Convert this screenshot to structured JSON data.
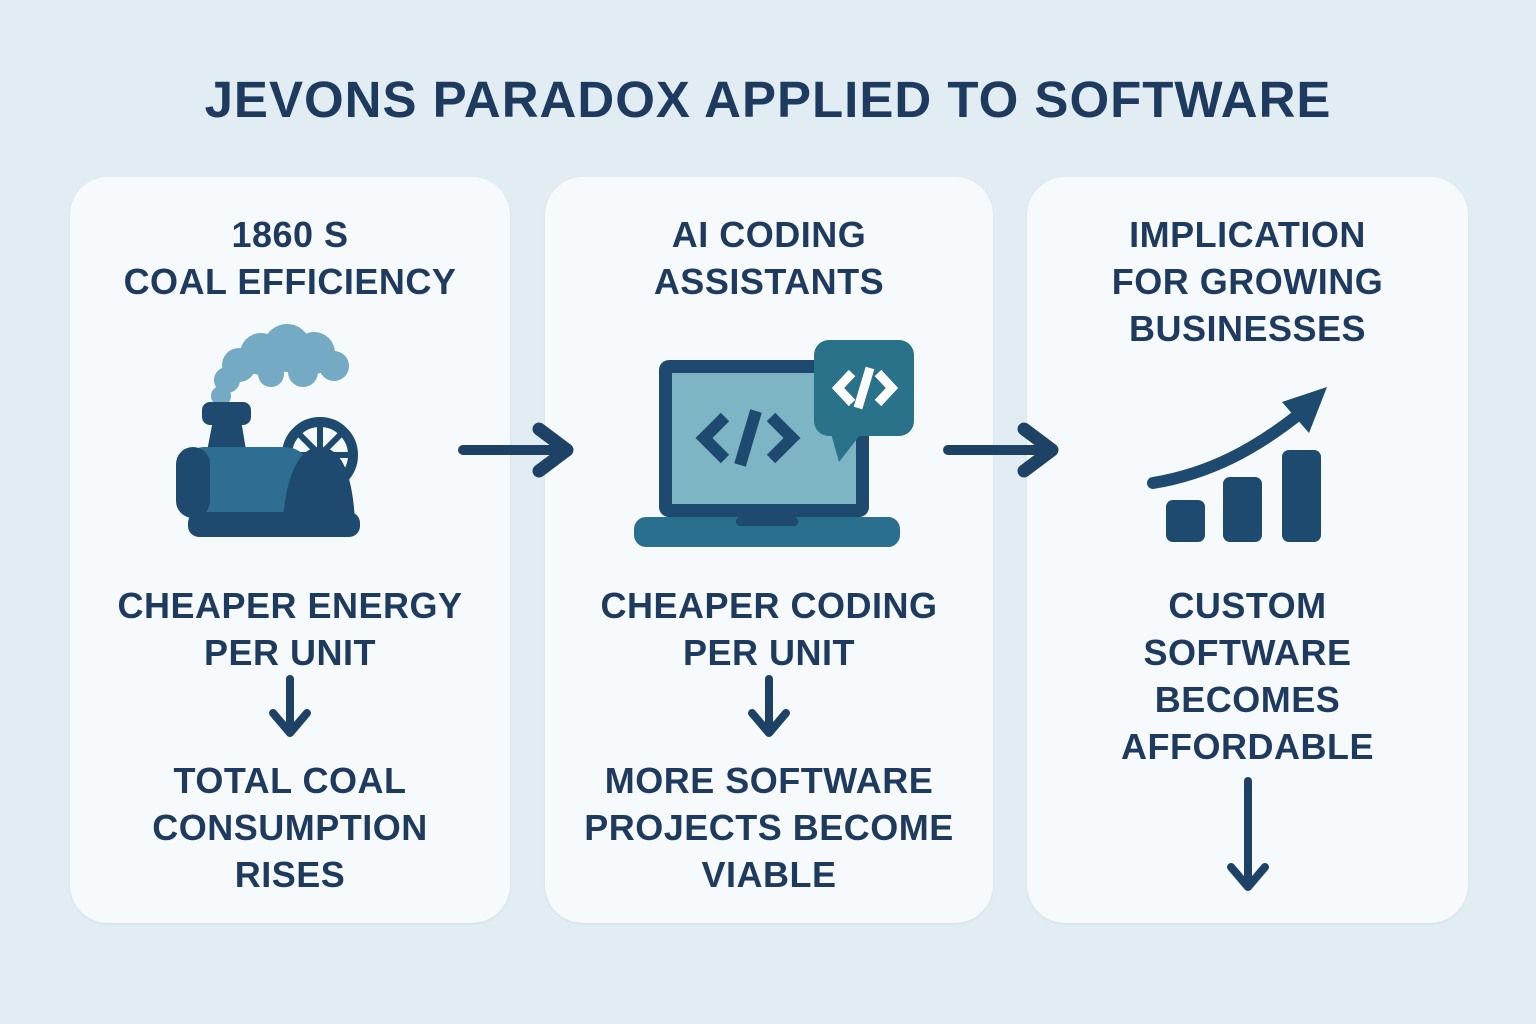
{
  "title": "JEVONS PARADOX APPLIED TO SOFTWARE",
  "colors": {
    "background": "#e2edf3",
    "card": "#f6fafc",
    "text_navy": "#1e3a5e",
    "icon_dark_navy": "#1d4a6e",
    "icon_teal": "#2a7289",
    "icon_medium_blue": "#2d6e92",
    "icon_light_blue": "#7db5c4",
    "smoke_blue": "#74aac3",
    "arrow": "#1e4265"
  },
  "columns": [
    {
      "header_lines": [
        "1860 S",
        "COAL EFFICIENCY"
      ],
      "icon": "steam-engine-icon",
      "cause_lines": [
        "CHEAPER ENERGY",
        "PER UNIT"
      ],
      "effect_lines": [
        "TOTAL COAL",
        "CONSUMPTION",
        "RISES"
      ]
    },
    {
      "header_lines": [
        "AI CODING",
        "ASSISTANTS"
      ],
      "icon": "laptop-code-icon",
      "cause_lines": [
        "CHEAPER CODING",
        "PER UNIT"
      ],
      "effect_lines": [
        "MORE SOFTWARE",
        "PROJECTS BECOME",
        "VIABLE"
      ]
    },
    {
      "header_lines": [
        "IMPLICATION",
        "FOR GROWING",
        "BUSINESSES"
      ],
      "icon": "growth-chart-icon",
      "cause_lines": [
        "CUSTOM",
        "SOFTWARE",
        "BECOMES",
        "AFFORDABLE"
      ],
      "effect_lines": []
    }
  ],
  "flow": {
    "between_columns": [
      "right-arrow-icon",
      "right-arrow-icon"
    ],
    "within_columns": [
      "down-arrow-icon",
      "down-arrow-icon",
      "down-arrow-icon"
    ]
  }
}
